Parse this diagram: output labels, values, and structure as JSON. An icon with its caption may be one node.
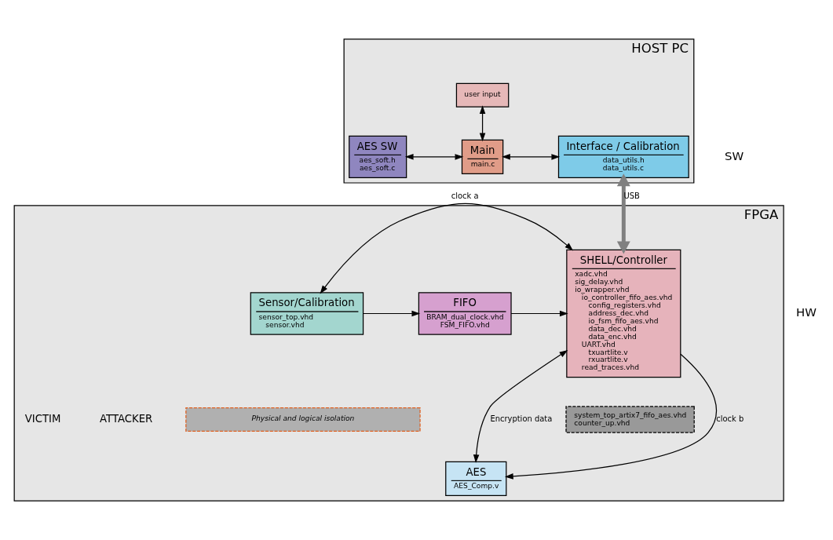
{
  "diagram": {
    "nodes": [
      {
        "text": [
          "HOST PC"
        ]
      },
      {
        "text": [
          "user input"
        ],
        "in": 0
      },
      {
        "text": [
          "Main",
          "main.c"
        ],
        "in": 0
      },
      {
        "text": [
          "AES SW",
          "aes_soft.h",
          "aes_soft.c"
        ],
        "in": 0
      },
      {
        "text": [
          "Interface / Calibration",
          "data_utils.h",
          "data_utils.c"
        ],
        "in": 0
      },
      {
        "text": [
          "FPGA"
        ]
      },
      {
        "text": [
          "Sensor/Calibration",
          "sensor_top.vhd",
          "sensor.vhd"
        ],
        "in": 5
      },
      {
        "text": [
          "FIFO",
          "BRAM_dual_clock.vhd",
          "FSM_FIFO.vhd"
        ],
        "in": 5
      },
      {
        "text": [
          "Physical and logical isolation"
        ],
        "in": 5
      },
      {
        "text": [
          "AES",
          "AES_Comp.v"
        ],
        "in": 5
      },
      {
        "text": [
          "SHELL/Controller",
          "xadc.vhd",
          "sig_delay.vhd",
          "io_wrapper.vhd",
          "io_controller_fifo_aes.vhd",
          "config_registers.vhd",
          "address_dec.vhd",
          "io_fsm_fifo_aes.vhd",
          "data_dec.vhd",
          "data_enc.vhd",
          "UART.vhd",
          "txuartlite.v",
          "rxuartlite.v",
          "read_traces.vhd"
        ],
        "in": 5
      },
      {
        "text": [
          "system_top_artix7_fifo_aes.vhd",
          "counter_up.vhd"
        ],
        "in": 5
      }
    ],
    "edges": [
      {
        "from": 1,
        "to": 2,
        "arrow": "both"
      },
      {
        "from": 3,
        "to": 2,
        "arrow": "both"
      },
      {
        "from": 2,
        "to": 4,
        "arrow": "both"
      },
      {
        "from": 4,
        "to": 10,
        "arrow": "both",
        "label": "USB",
        "style": "thick",
        "color": "#808080"
      },
      {
        "from": 6,
        "to": 10,
        "arrow": "both",
        "label": "clock a"
      },
      {
        "from": 6,
        "to": 7,
        "arrow": "to"
      },
      {
        "from": 7,
        "to": 10,
        "arrow": "to"
      },
      {
        "from": 10,
        "to": 9,
        "arrow": "to",
        "label": "clock b"
      },
      {
        "from": 9,
        "to": 10,
        "arrow": "both",
        "label": "Encryption data"
      }
    ],
    "labels": [
      "SW",
      "HW",
      "ATTACKER",
      "VICTIM"
    ]
  }
}
